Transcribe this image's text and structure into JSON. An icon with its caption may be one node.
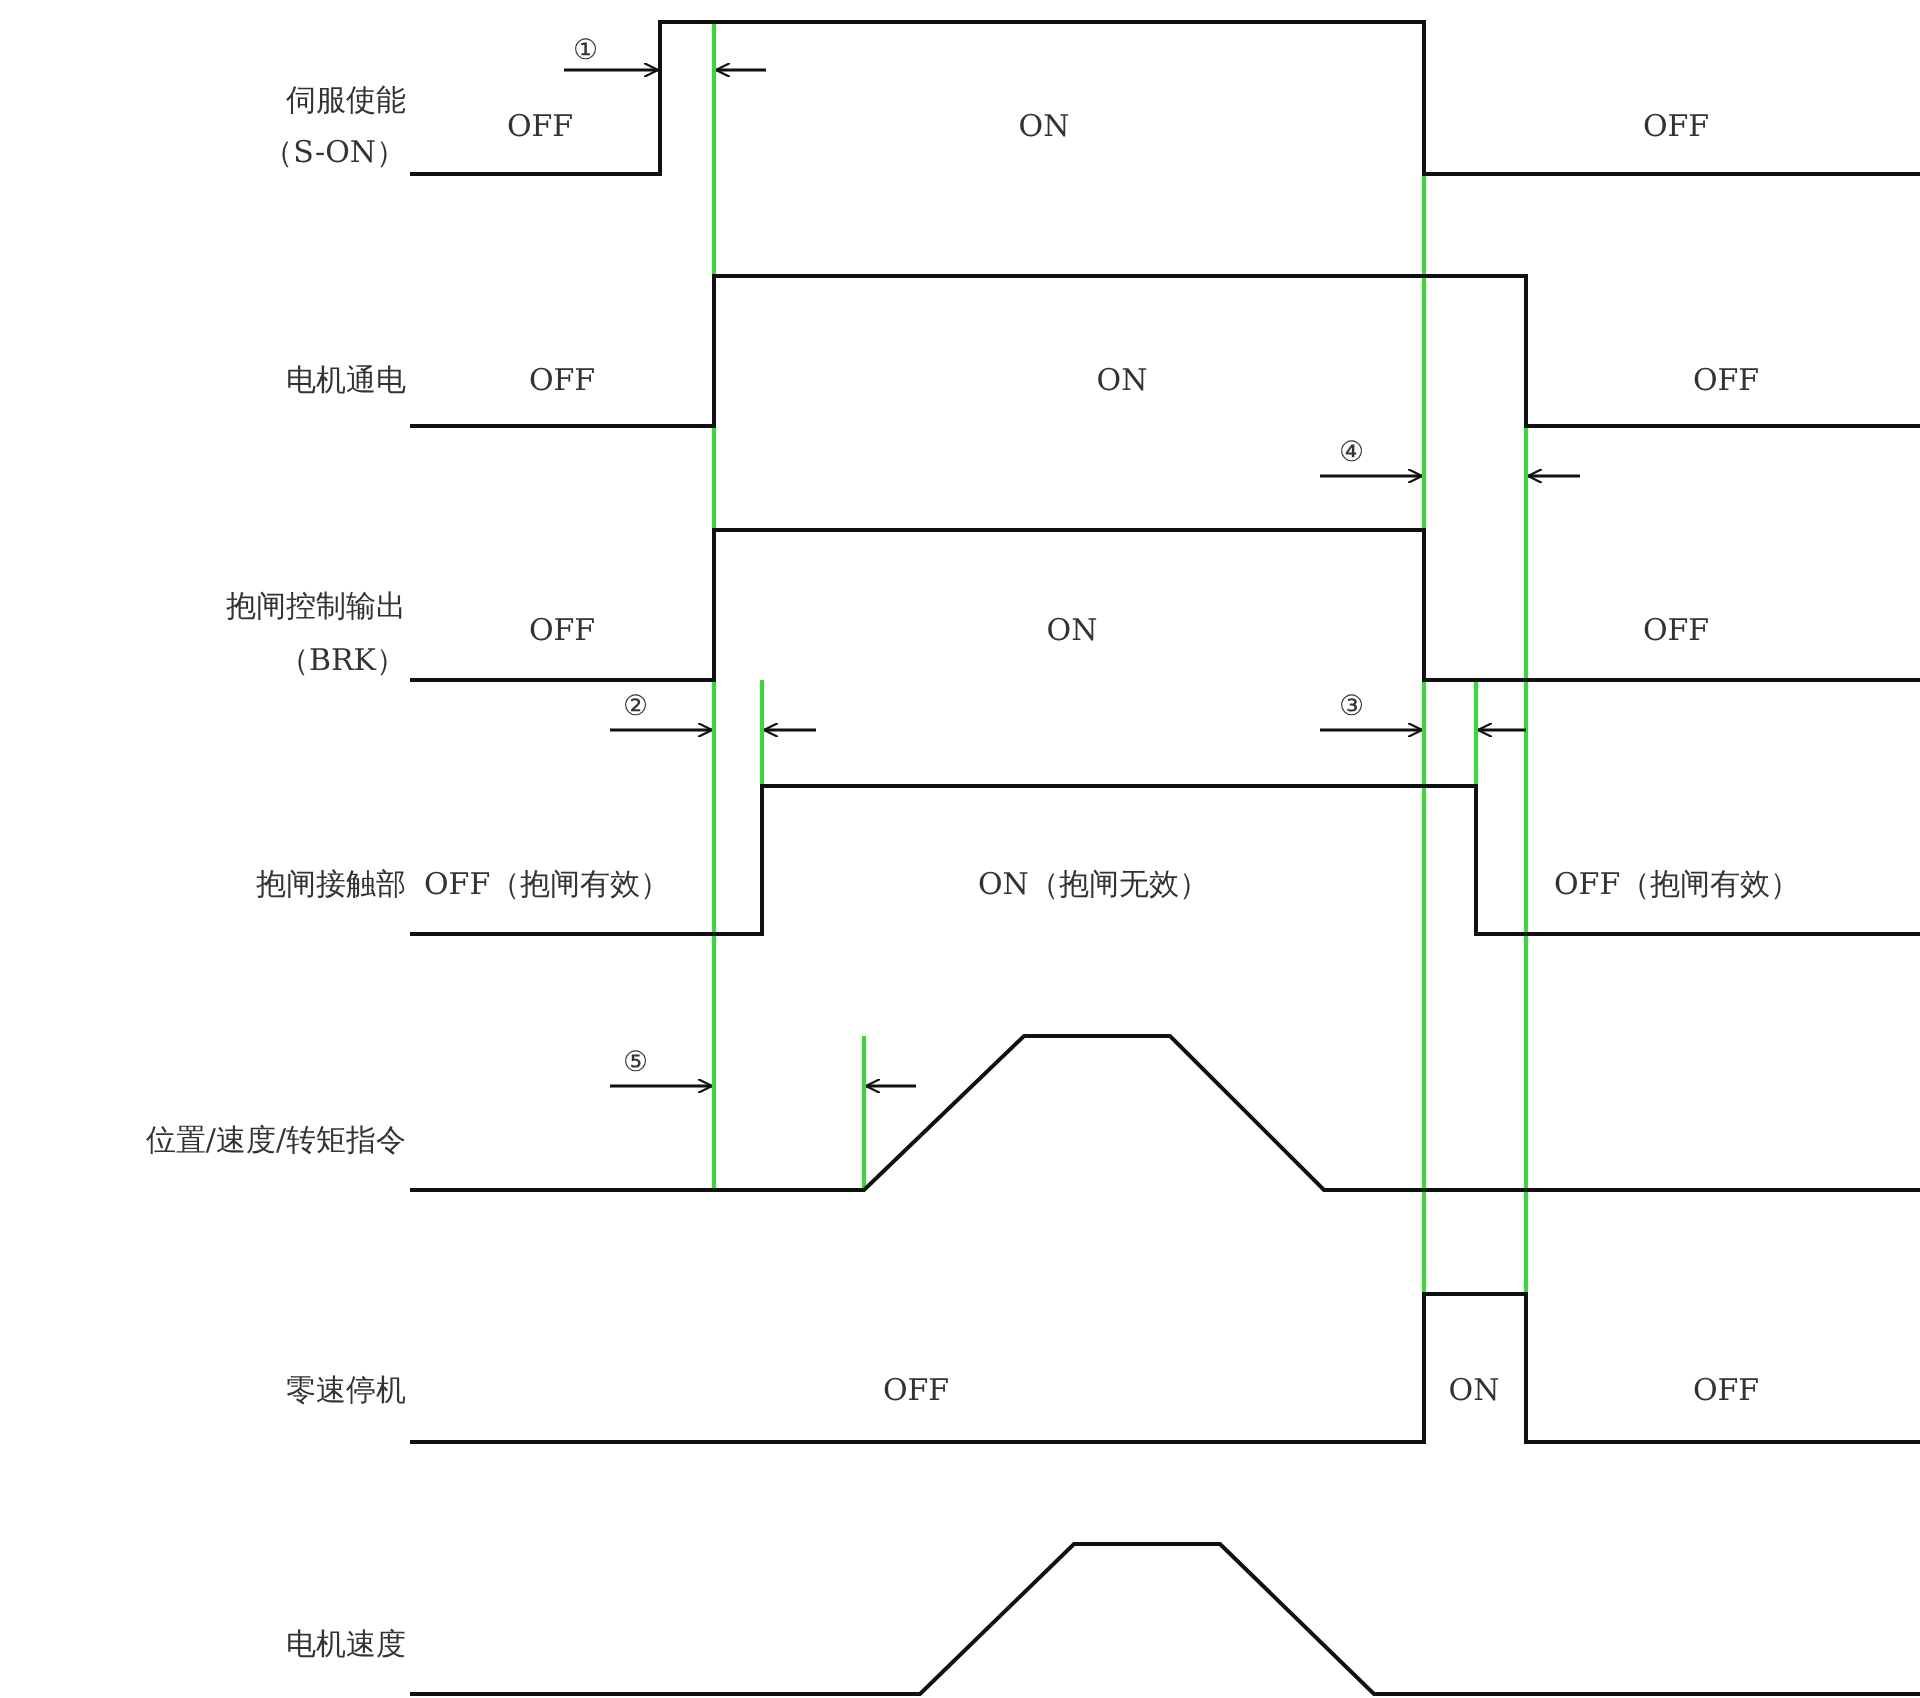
{
  "diagram": {
    "labels": [
      "①",
      "伺服使能",
      "（S-ON）",
      "OFF",
      "ON",
      "OFF",
      "电机通电",
      "OFF",
      "ON",
      "OFF",
      "④",
      "抱闸控制输出",
      "（BRK）",
      "OFF",
      "ON",
      "OFF",
      "②",
      "③",
      "抱闸接触部",
      "OFF（抱闸有效）",
      "ON（抱闸无效）",
      "OFF（抱闸有效）",
      "⑤",
      "位置/速度/转矩指令",
      "零速停机",
      "OFF",
      "ON",
      "OFF",
      "电机速度"
    ]
  }
}
